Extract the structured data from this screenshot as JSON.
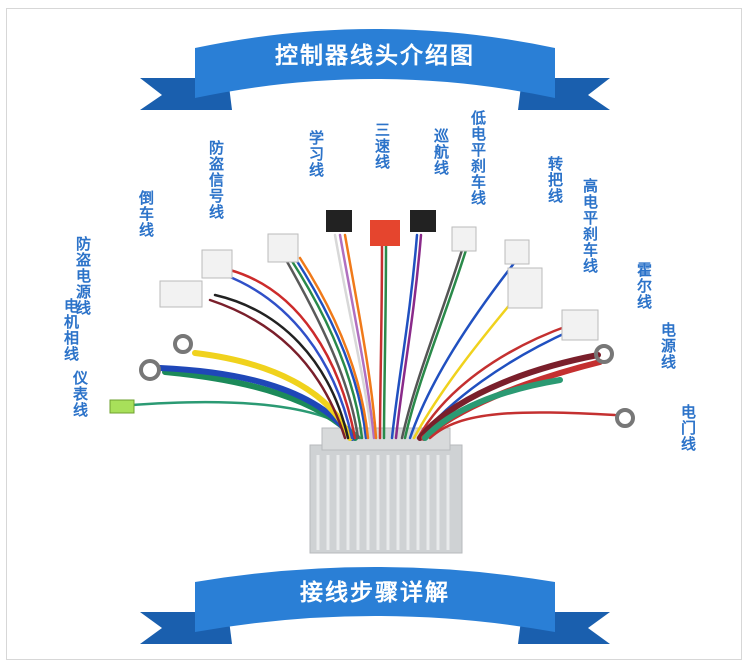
{
  "header": {
    "title": "控制器线头介绍图"
  },
  "footer": {
    "title": "接线步骤详解"
  },
  "labels": {
    "instrument": "仪表线",
    "motor_phase": "电机相线",
    "anti_theft_power": "防盗电源线",
    "reverse": "倒车线",
    "anti_theft_signal": "防盗信号线",
    "learn": "学习线",
    "three_speed": "三速线",
    "cruise": "巡航线",
    "low_brake": "低电平刹车线",
    "throttle": "转把线",
    "high_brake": "高电平刹车线",
    "hall": "霍尔线",
    "power": "电源线",
    "door_lock": "电门线"
  },
  "colors": {
    "banner": "#2a7fd6",
    "banner_dark": "#1a5fae",
    "label": "#2c73c9",
    "case": "#cfd2d4"
  }
}
